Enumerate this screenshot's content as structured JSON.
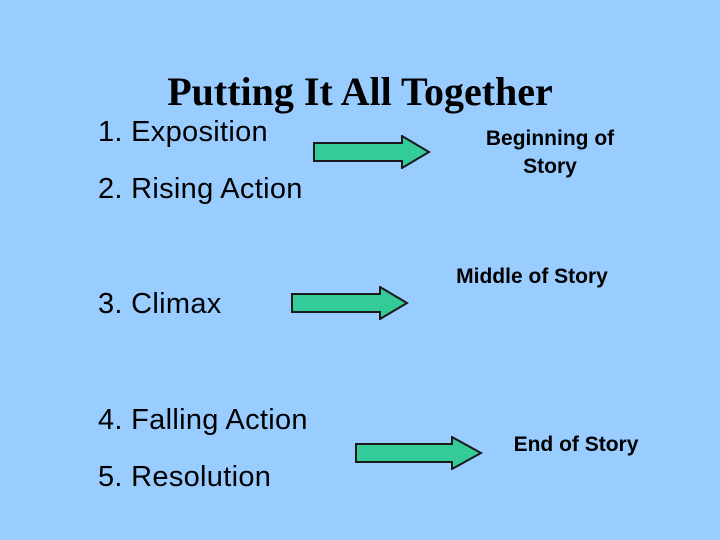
{
  "slide": {
    "title": "Putting It All Together",
    "items": [
      {
        "label": "1. Exposition"
      },
      {
        "label": "2. Rising Action"
      },
      {
        "label": "3. Climax"
      },
      {
        "label": "4. Falling Action"
      },
      {
        "label": "5. Resolution"
      }
    ],
    "outcomes": [
      {
        "label": "Beginning of Story"
      },
      {
        "label": "Middle of Story"
      },
      {
        "label": "End of Story"
      }
    ],
    "colors": {
      "background": "#99ccff",
      "arrow_fill": "#33cc99",
      "arrow_stroke": "#1a1a1a"
    },
    "icons": [
      "right-arrow-icon"
    ]
  }
}
